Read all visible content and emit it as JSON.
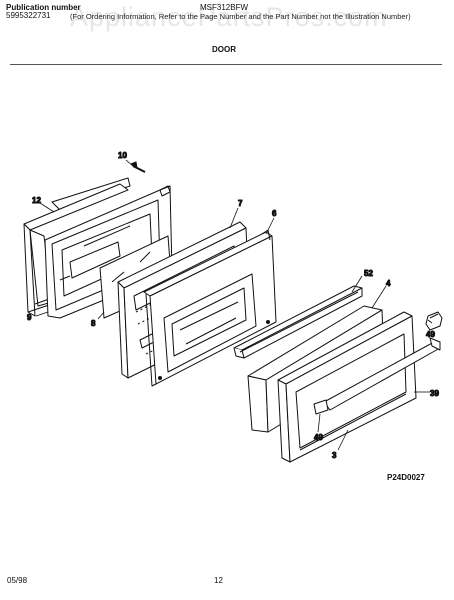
{
  "header": {
    "watermark": "AppliancePartsPros.com",
    "publication_label": "Publication number",
    "publication_number": "5995322731",
    "model": "MSF312BFW",
    "note": "(For Ordering Information, Refer to the Page Number and the Part Number not the Illustration Number)"
  },
  "section_title": "DOOR",
  "diagram_code": "P24D0027",
  "footer": {
    "date": "05/98",
    "page_number": "12"
  },
  "callouts": {
    "c10": "10",
    "c12": "12",
    "c7": "7",
    "c6": "6",
    "c9": "9",
    "c8": "8",
    "c52": "52",
    "c4": "4",
    "c49a": "49",
    "c39": "39",
    "c49b": "49",
    "c3": "3"
  }
}
